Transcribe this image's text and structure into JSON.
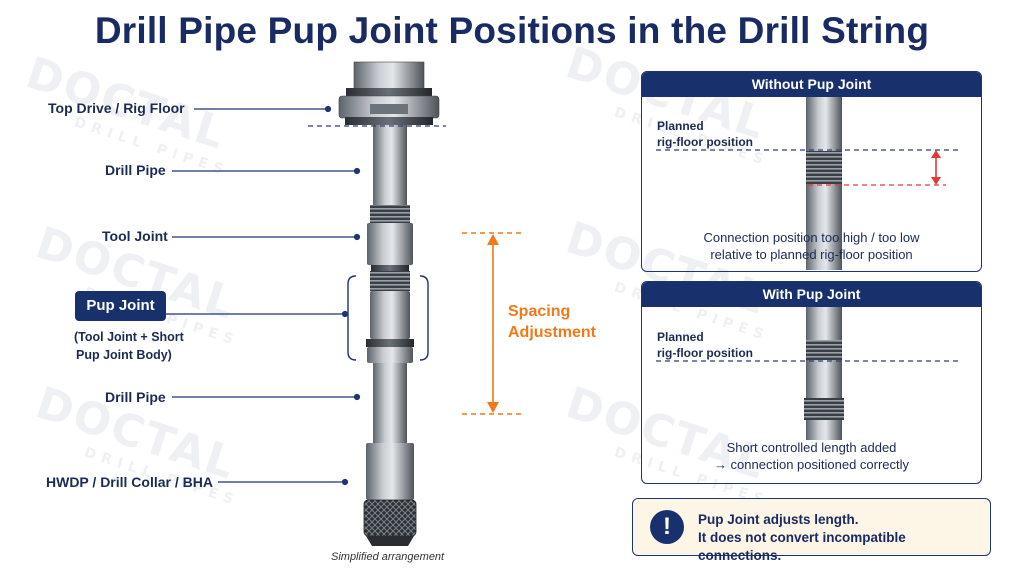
{
  "title": "Drill Pipe Pup Joint Positions in the Drill String",
  "watermark": {
    "brand": "DOCTAL",
    "sub": "DRILL PIPES"
  },
  "labels": {
    "top_drive": "Top Drive / Rig Floor",
    "drill_pipe_upper": "Drill Pipe",
    "tool_joint": "Tool Joint",
    "pup_joint": "Pup Joint",
    "pup_joint_sub_1": "(Tool Joint + Short",
    "pup_joint_sub_2": "Pup Joint Body)",
    "drill_pipe_lower": "Drill Pipe",
    "hwdp": "HWDP / Drill Collar / BHA"
  },
  "spacing": {
    "line1": "Spacing",
    "line2": "Adjustment"
  },
  "caption": "Simplified arrangement",
  "panel_without": {
    "heading": "Without Pup Joint",
    "planned_1": "Planned",
    "planned_2": "rig-floor position",
    "text_1": "Connection position too high / too low",
    "text_2": "relative to planned rig-floor position"
  },
  "panel_with": {
    "heading": "With Pup Joint",
    "planned_1": "Planned",
    "planned_2": "rig-floor position",
    "text_1": "Short controlled length added",
    "text_2": "→ connection positioned correctly"
  },
  "note": {
    "icon": "!",
    "line1": "Pup Joint adjusts length.",
    "line2": "It does not convert incompatible connections."
  },
  "colors": {
    "navy": "#18306b",
    "orange": "#f07a1a",
    "red": "#e53935",
    "steel": "#8a8f96"
  }
}
